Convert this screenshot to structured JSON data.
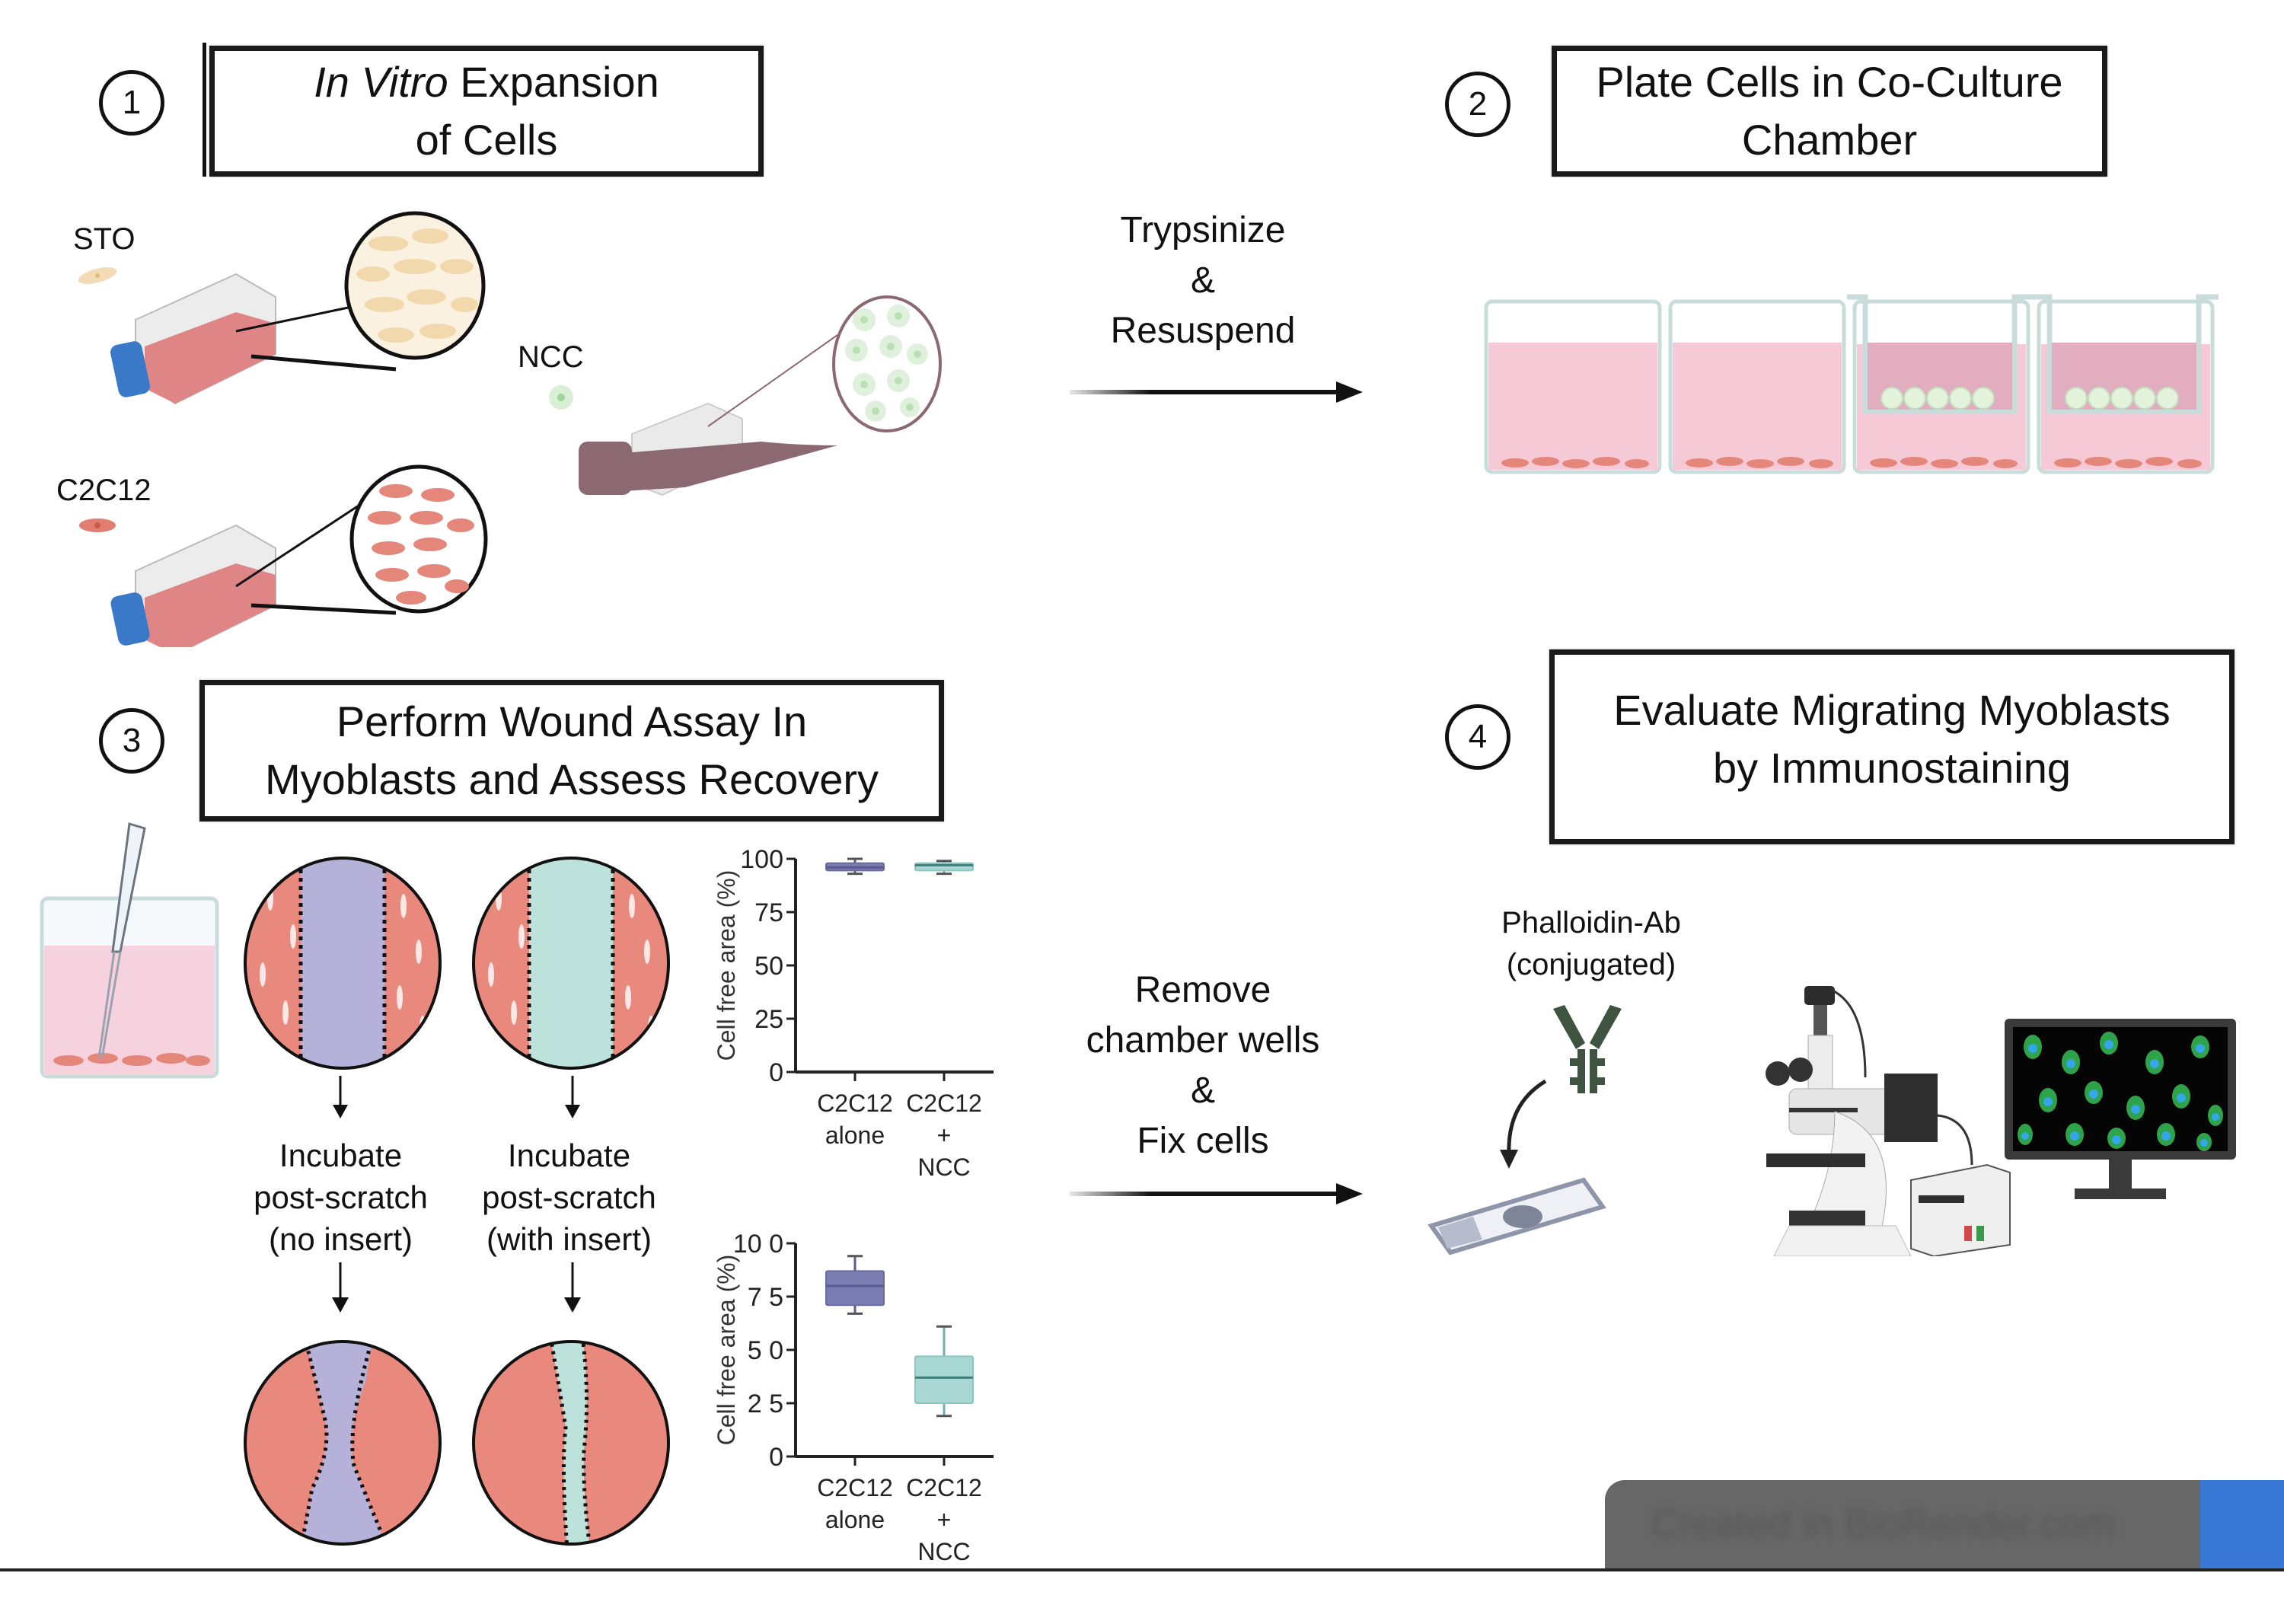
{
  "steps": [
    {
      "number": "1",
      "title_italic": "In Vitro",
      "title_rest": " Expansion",
      "title_line2": "of Cells"
    },
    {
      "number": "2",
      "title_line1": "Plate Cells in Co-Culture",
      "title_line2": "Chamber"
    },
    {
      "number": "3",
      "title_line1": "Perform Wound Assay In",
      "title_line2": "Myoblasts and Assess Recovery"
    },
    {
      "number": "4",
      "title_line1": "Evaluate Migrating Myoblasts",
      "title_line2": "by Immunostaining"
    }
  ],
  "cell_lines": {
    "sto": "STO",
    "ncc": "NCC",
    "c2c12": "C2C12"
  },
  "transitions": {
    "first": {
      "line1": "Trypsinize",
      "line2": "&",
      "line3": "Resuspend"
    },
    "second": {
      "line1": "Remove",
      "line2": "chamber wells",
      "line3": "&",
      "line4": "Fix cells"
    }
  },
  "incubate": {
    "no_insert": {
      "line1": "Incubate",
      "line2": "post-scratch",
      "line3": "(no insert)"
    },
    "with_insert": {
      "line1": "Incubate",
      "line2": "post-scratch",
      "line3": "(with insert)"
    }
  },
  "antibody": {
    "line1": "Phalloidin-Ab",
    "line2": "(conjugated)"
  },
  "colors": {
    "alone": "#7a7bb0",
    "ncc": "#a9d8d4",
    "alone_wound": "#b6b1d8",
    "ncc_wound": "#bde2dc",
    "myoblast": "#e08478",
    "medium": "#f5c9d6",
    "brand_blue": "#3a78d6"
  },
  "badge": {
    "text": "Created in BioRender.com",
    "logo": "bio"
  },
  "chart_data": [
    {
      "type": "box",
      "title": "",
      "ylabel": "Cell free area (%)",
      "ylim": [
        0,
        100
      ],
      "yticks": [
        "0",
        "25",
        "50",
        "75",
        "100"
      ],
      "categories": [
        {
          "line1": "C2C12",
          "line2": "alone",
          "line3": ""
        },
        {
          "line1": "C2C12",
          "line2": "+",
          "line3": "NCC"
        }
      ],
      "series": [
        {
          "name": "C2C12 alone",
          "min": 93,
          "q1": 94.5,
          "median": 96,
          "q3": 98,
          "max": 100
        },
        {
          "name": "C2C12 + NCC",
          "min": 93,
          "q1": 94.5,
          "median": 97,
          "q3": 98,
          "max": 99
        }
      ],
      "axis_break": true,
      "grid": false
    },
    {
      "type": "box",
      "title": "",
      "ylabel": "Cell free area (%)",
      "ylim": [
        0,
        100
      ],
      "yticks": [
        "0",
        "2 5",
        "5 0",
        "7 5",
        "10 0"
      ],
      "categories": [
        {
          "line1": "C2C12",
          "line2": "alone",
          "line3": ""
        },
        {
          "line1": "C2C12",
          "line2": "+",
          "line3": "NCC"
        }
      ],
      "series": [
        {
          "name": "C2C12 alone",
          "min": 67,
          "q1": 71,
          "median": 80,
          "q3": 87,
          "max": 94
        },
        {
          "name": "C2C12 + NCC",
          "min": 19,
          "q1": 25,
          "median": 37,
          "q3": 47,
          "max": 61
        }
      ],
      "grid": false
    }
  ]
}
